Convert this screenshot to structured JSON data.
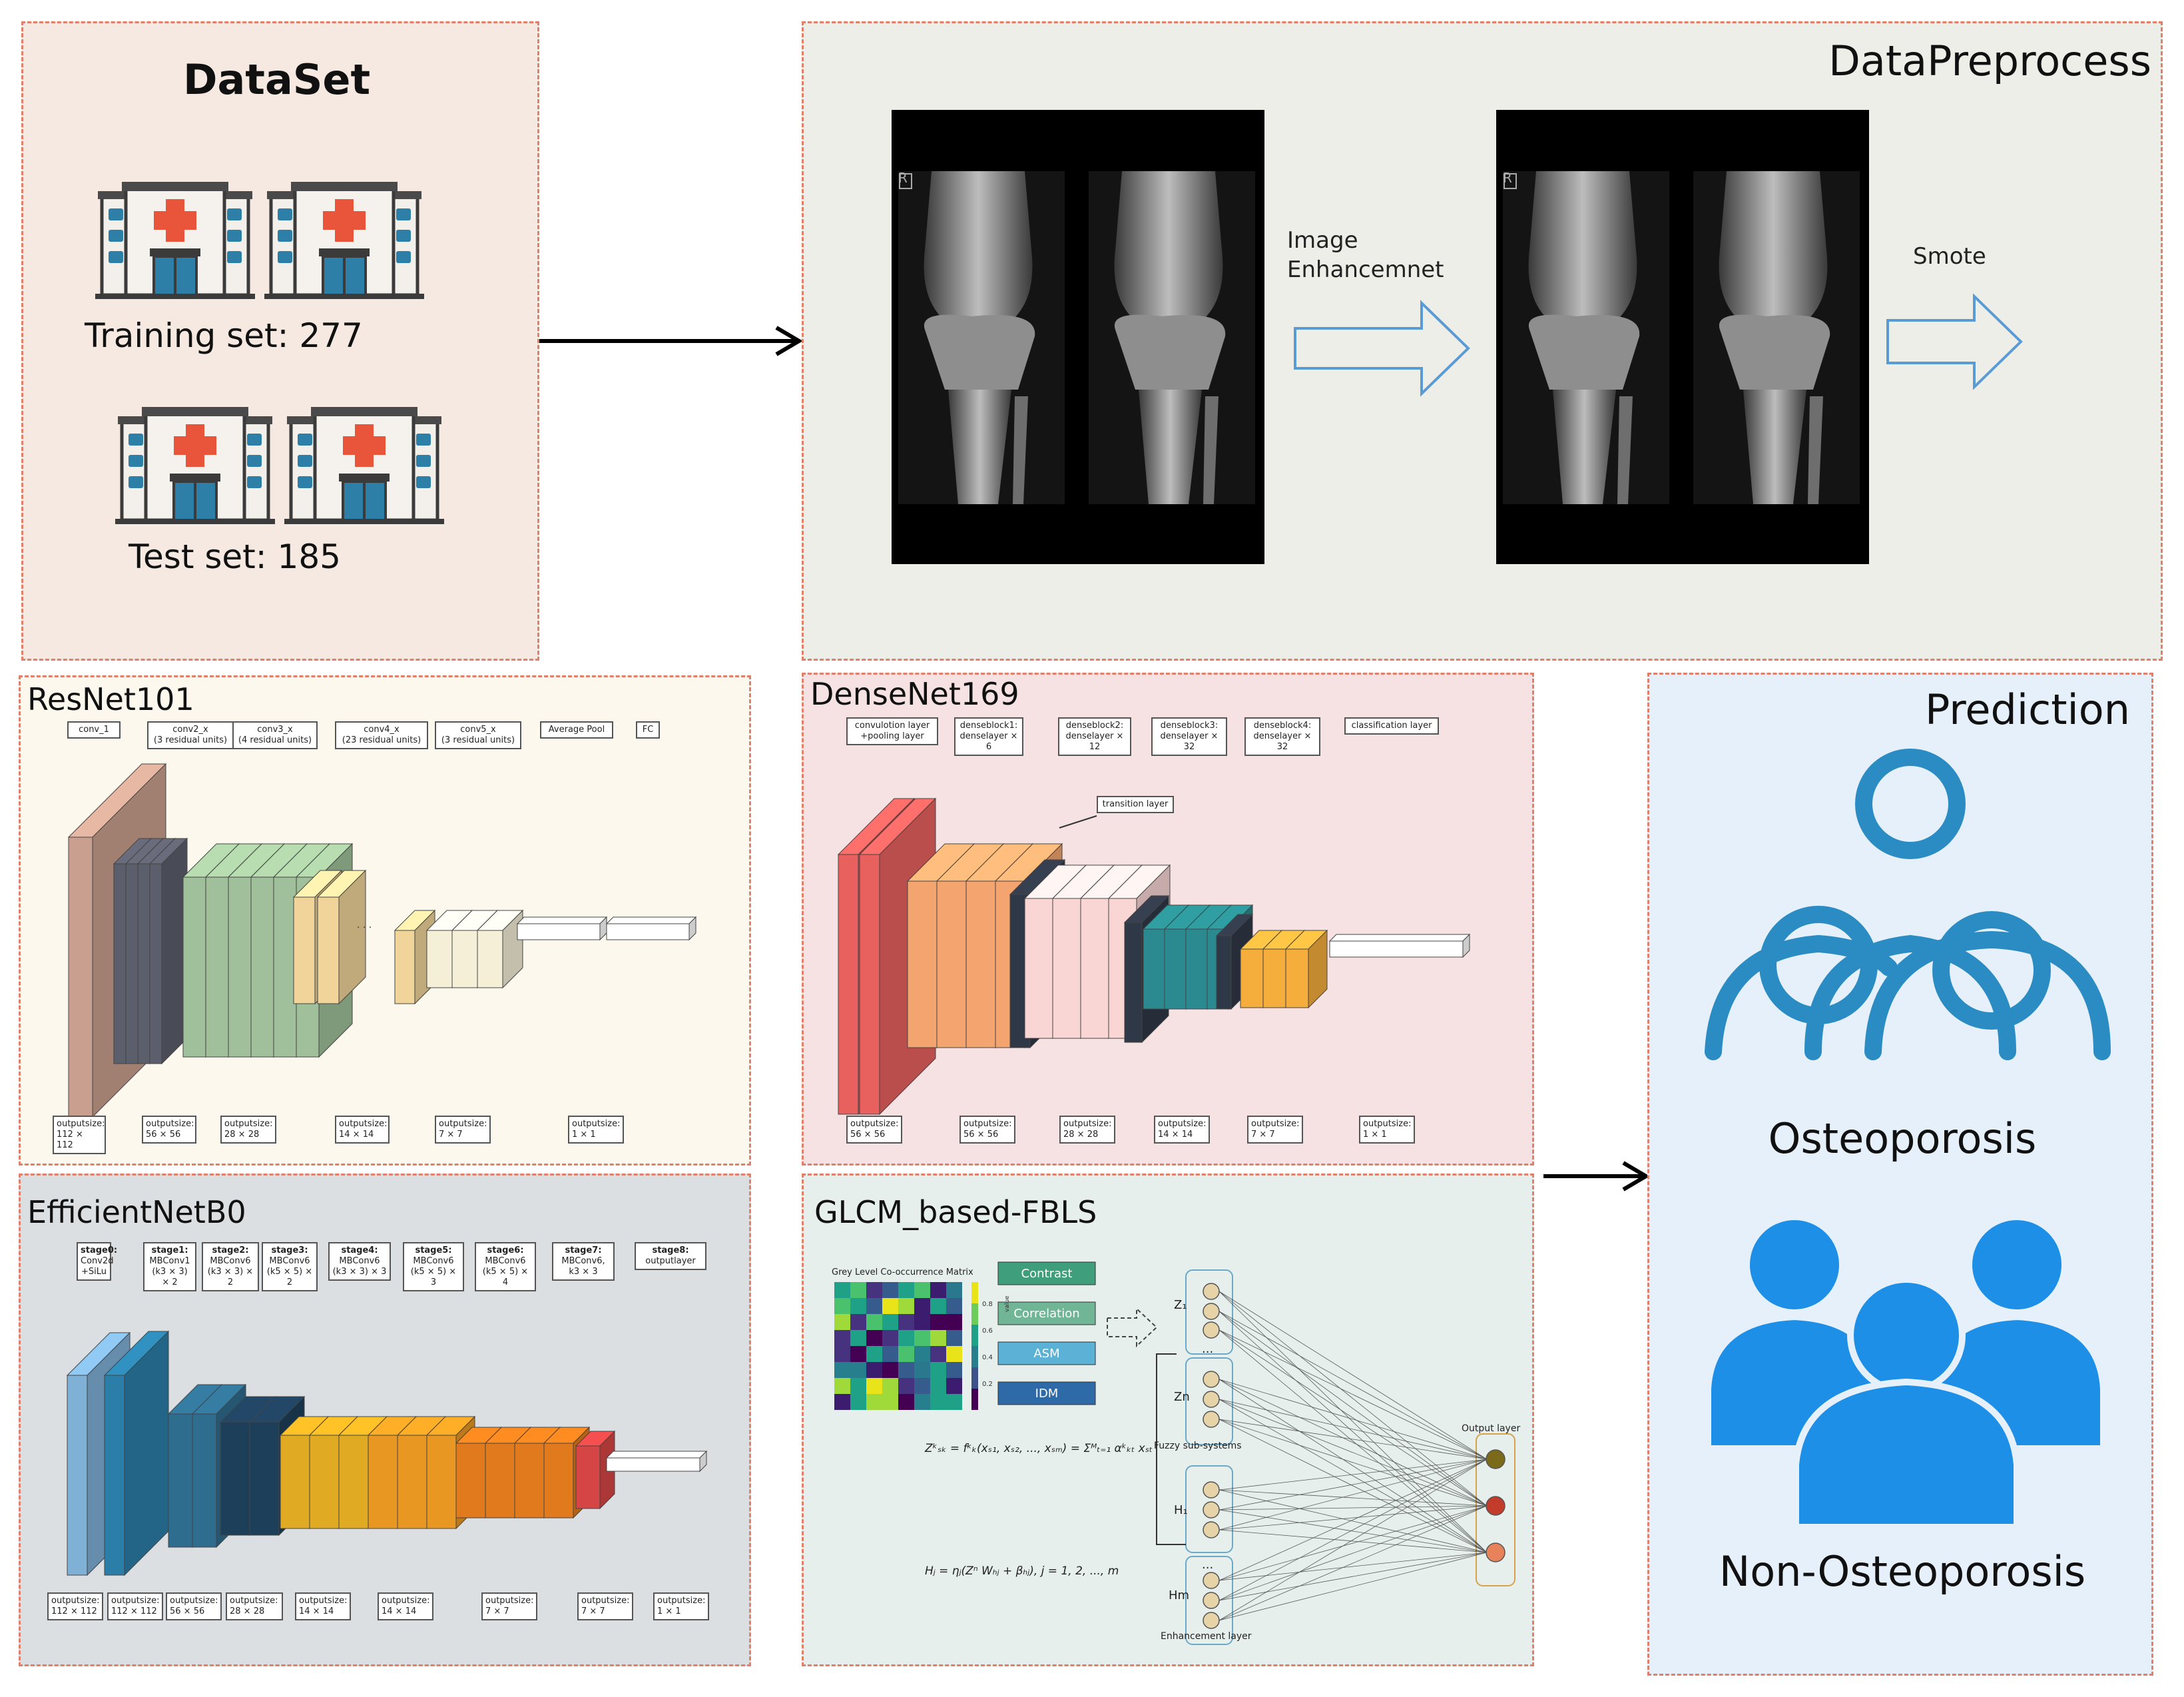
{
  "colors": {
    "panel_border": "#e0806a",
    "dataset_bg": "#f6e9e2",
    "preprocess_bg": "#eeeee9",
    "resnet_bg": "#fdf8ee",
    "densenet_bg": "#f6e2e2",
    "efficient_bg": "#dcdfe2",
    "glcm_bg": "#e6efec",
    "prediction_bg": "#e5f0fa",
    "outline_person": "#2b8cc4",
    "solid_person": "#1e8fe6",
    "hospital_cross": "#e8553a",
    "hospital_window": "#2e7fa7"
  },
  "dataset": {
    "title": "DataSet",
    "training_label": "Training set: 277",
    "test_label": "Test set: 185",
    "icon": "hospital-icon"
  },
  "preprocess": {
    "title": "DataPreprocess",
    "step1_line1": "Image",
    "step1_line2": "Enhancemnet",
    "step2": "Smote",
    "xray_marker": "R"
  },
  "resnet": {
    "title": "ResNet101",
    "top_labels": [
      {
        "l1": "conv_1",
        "l2": ""
      },
      {
        "l1": "conv2_x",
        "l2": "(3 residual units)"
      },
      {
        "l1": "conv3_x",
        "l2": "(4 residual units)"
      },
      {
        "l1": "conv4_x",
        "l2": "(23 residual units)"
      },
      {
        "l1": "conv5_x",
        "l2": "(3 residual units)"
      },
      {
        "l1": "Average Pool",
        "l2": ""
      },
      {
        "l1": "FC",
        "l2": ""
      }
    ],
    "bottom_labels": [
      {
        "l1": "outputsize:",
        "l2": "112 × 112"
      },
      {
        "l1": "outputsize:",
        "l2": "56 × 56"
      },
      {
        "l1": "outputsize:",
        "l2": "28 × 28"
      },
      {
        "l1": "outputsize:",
        "l2": "14 × 14"
      },
      {
        "l1": "outputsize:",
        "l2": "7 × 7"
      },
      {
        "l1": "outputsize:",
        "l2": "1 × 1"
      }
    ]
  },
  "densenet": {
    "title": "DenseNet169",
    "top_labels": [
      {
        "l1": "convulotion layer",
        "l2": "+pooling layer"
      },
      {
        "l1": "denseblock1:",
        "l2": "denselayer × 6"
      },
      {
        "l1": "denseblock2:",
        "l2": "denselayer × 12"
      },
      {
        "l1": "denseblock3:",
        "l2": "denselayer × 32"
      },
      {
        "l1": "denseblock4:",
        "l2": "denselayer × 32"
      },
      {
        "l1": "classification layer",
        "l2": ""
      }
    ],
    "transition_label": "transition layer",
    "bottom_labels": [
      {
        "l1": "outputsize:",
        "l2": "56 × 56"
      },
      {
        "l1": "outputsize:",
        "l2": "56 × 56"
      },
      {
        "l1": "outputsize:",
        "l2": "28 × 28"
      },
      {
        "l1": "outputsize:",
        "l2": "14 × 14"
      },
      {
        "l1": "outputsize:",
        "l2": "7 × 7"
      },
      {
        "l1": "outputsize:",
        "l2": "1 × 1"
      }
    ]
  },
  "efficientnet": {
    "title": "EfficientNetB0",
    "top_labels": [
      {
        "l1": "stage0:",
        "l2": "Conv2d",
        "l3": "+SiLu"
      },
      {
        "l1": "stage1:",
        "l2": "MBConv1",
        "l3": "(k3 × 3) × 2"
      },
      {
        "l1": "stage2:",
        "l2": "MBConv6",
        "l3": "(k3 × 3) × 2"
      },
      {
        "l1": "stage3:",
        "l2": "MBConv6",
        "l3": "(k5 × 5) × 2"
      },
      {
        "l1": "stage4:",
        "l2": "MBConv6",
        "l3": "(k3 × 3) × 3"
      },
      {
        "l1": "stage5:",
        "l2": "MBConv6",
        "l3": "(k5 × 5) × 3"
      },
      {
        "l1": "stage6:",
        "l2": "MBConv6",
        "l3": "(k5 × 5) × 4"
      },
      {
        "l1": "stage7:",
        "l2": "MBConv6,",
        "l3": "k3 × 3"
      },
      {
        "l1": "stage8:",
        "l2": "outputlayer",
        "l3": ""
      }
    ],
    "bottom_labels": [
      {
        "l1": "outputsize:",
        "l2": "112 × 112"
      },
      {
        "l1": "outputsize:",
        "l2": "112 × 112"
      },
      {
        "l1": "outputsize:",
        "l2": "56 × 56"
      },
      {
        "l1": "outputsize:",
        "l2": "28 × 28"
      },
      {
        "l1": "outputsize:",
        "l2": "14 × 14"
      },
      {
        "l1": "outputsize:",
        "l2": "14 × 14"
      },
      {
        "l1": "outputsize:",
        "l2": "7 × 7"
      },
      {
        "l1": "outputsize:",
        "l2": "7 × 7"
      },
      {
        "l1": "outputsize:",
        "l2": "1 × 1"
      }
    ]
  },
  "glcm": {
    "title": "GLCM_based-FBLS",
    "matrix_title": "Grey Level Co-occurrence Matrix",
    "features": [
      "Contrast",
      "Correlation",
      "ASM",
      "IDM"
    ],
    "feature_colors": [
      "#3f9e7c",
      "#6fb596",
      "#5bb1d6",
      "#2f6aa8"
    ],
    "colorbar_ticks": [
      "0.8",
      "0.6",
      "0.4",
      "0.2"
    ],
    "colorbar_label": "value",
    "node_labels": {
      "z1": "Z₁",
      "zn": "Zn",
      "h1": "H₁",
      "hm": "Hm",
      "dots": "..."
    },
    "fuzzy_label": "Fuzzy sub-systems",
    "enhancement_label": "Enhancement layer",
    "output_label": "Output layer",
    "formula1": "Zᵏₛₖ = fᵏₖ(xₛ₁, xₛ₂, ..., xₛₘ) = Σᴹₜ₌₁ αᵏₖₜ xₛₜ",
    "formula2": "Hⱼ = ηⱼ(Zⁿ Wₕⱼ + βₕⱼ), j = 1, 2, ..., m",
    "output_colors": [
      "#7a6a1a",
      "#c23b2b",
      "#e8825a"
    ]
  },
  "prediction": {
    "title": "Prediction",
    "class1": "Osteoporosis",
    "class2": "Non-Osteoporosis"
  }
}
